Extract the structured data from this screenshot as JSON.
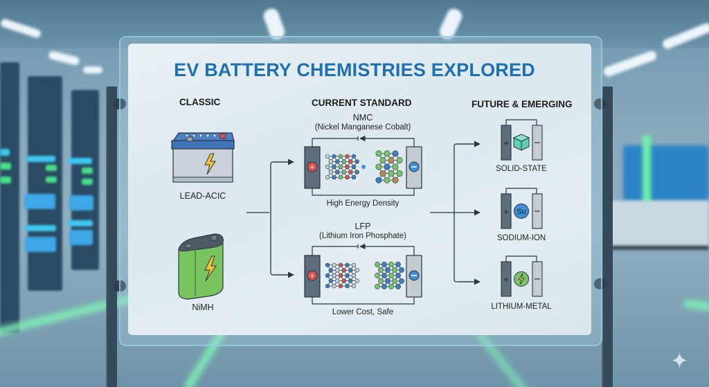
{
  "title": "EV BATTERY CHEMISTRIES EXPLORED",
  "columns": {
    "classic": {
      "heading": "CLASSIC",
      "items": [
        {
          "name": "LEAD-ACIC",
          "icon": "car-battery-icon"
        },
        {
          "name": "NiMH",
          "icon": "cell-battery-icon"
        }
      ]
    },
    "current": {
      "heading": "CURRENT STANDARD",
      "items": [
        {
          "name": "NMC",
          "full_name": "(Nickel Manganese Cobalt)",
          "trait": "High Energy Density",
          "icon": "cell-diagram-icon"
        },
        {
          "name": "LFP",
          "full_name": "(Lithium Iron Phosphate)",
          "trait": "Lower Cost, Safe",
          "icon": "cell-diagram-icon"
        }
      ]
    },
    "future": {
      "heading": "FUTURE & EMERGING",
      "items": [
        {
          "name": "SOLID-STATE",
          "center_symbol": "cube",
          "icon": "solid-electrolyte-icon"
        },
        {
          "name": "SODIUM-ION",
          "center_symbol": "Su",
          "icon": "sodium-ion-icon"
        },
        {
          "name": "LITHIUM-METAL",
          "center_symbol": "bolt",
          "icon": "lithium-bolt-icon"
        }
      ]
    }
  },
  "electrode_symbols": {
    "positive": "+",
    "negative": "−"
  },
  "colors": {
    "title": "#1f6fb3",
    "positive_terminal": "#d9534f",
    "negative_terminal": "#3f8fd6",
    "atom_green": "#79c46b",
    "atom_blue": "#3d7fc6",
    "solid_state_cube": "#5fcfb0",
    "lead_acid_lid": "#3f74b8",
    "nimh_body": "#78c45e"
  }
}
